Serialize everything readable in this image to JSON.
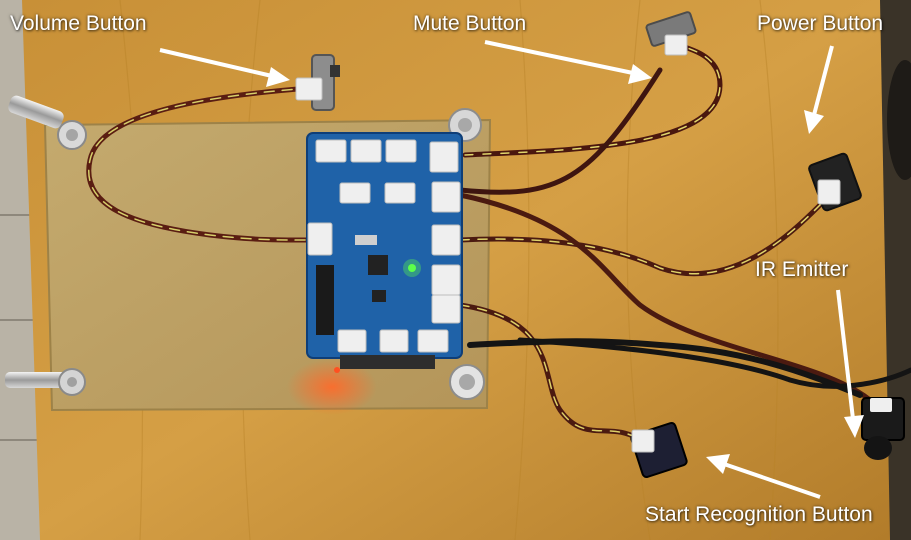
{
  "annotations": {
    "volume_button": "Volume Button",
    "mute_button": "Mute Button",
    "power_button": "Power Button",
    "ir_emitter": "IR Emitter",
    "start_recognition_button": "Start Recognition Button"
  },
  "colors": {
    "desk": "#c9943a",
    "mdf_board": "#bfa56a",
    "pcb": "#1f62a8",
    "connector": "#eeeeee",
    "label_text": "#ffffff",
    "arrow": "#ffffff",
    "led_red": "#ff5020",
    "led_green": "#5cff4a"
  }
}
